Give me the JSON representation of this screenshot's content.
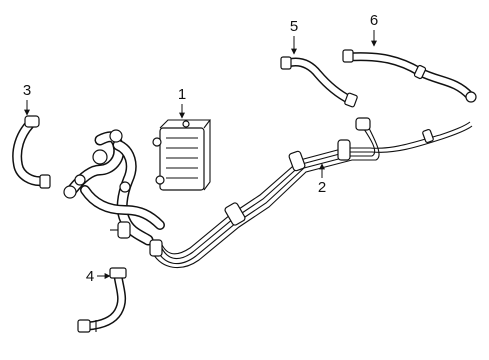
{
  "callouts": {
    "p1": "1",
    "p2": "2",
    "p3": "3",
    "p4": "4",
    "p5": "5",
    "p6": "6"
  },
  "colors": {
    "ink": "#111111",
    "background": "#ffffff"
  }
}
